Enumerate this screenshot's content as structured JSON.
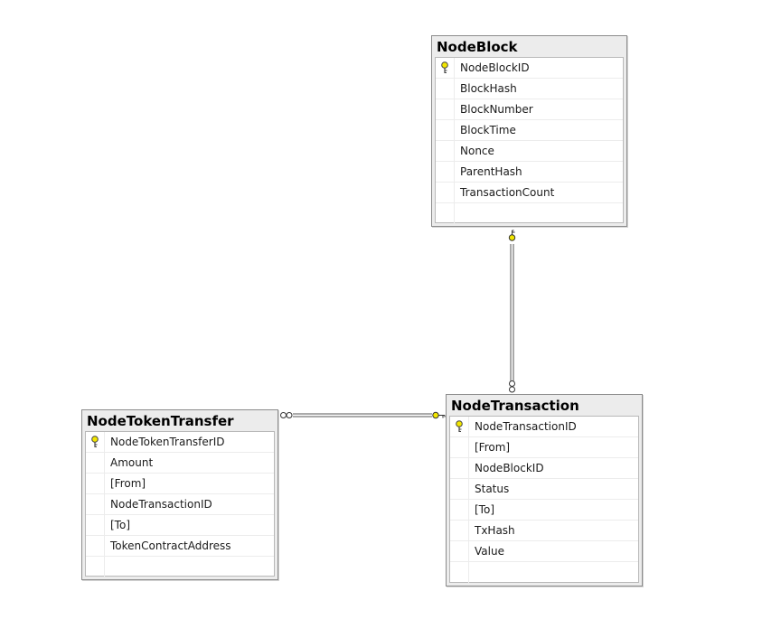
{
  "tables": [
    {
      "name": "NodeBlock",
      "fields": [
        {
          "label": "NodeBlockID",
          "primary_key": true
        },
        {
          "label": "BlockHash",
          "primary_key": false
        },
        {
          "label": "BlockNumber",
          "primary_key": false
        },
        {
          "label": "BlockTime",
          "primary_key": false
        },
        {
          "label": "Nonce",
          "primary_key": false
        },
        {
          "label": "ParentHash",
          "primary_key": false
        },
        {
          "label": "TransactionCount",
          "primary_key": false
        }
      ]
    },
    {
      "name": "NodeTransaction",
      "fields": [
        {
          "label": "NodeTransactionID",
          "primary_key": true
        },
        {
          "label": "[From]",
          "primary_key": false
        },
        {
          "label": "NodeBlockID",
          "primary_key": false
        },
        {
          "label": "Status",
          "primary_key": false
        },
        {
          "label": "[To]",
          "primary_key": false
        },
        {
          "label": "TxHash",
          "primary_key": false
        },
        {
          "label": "Value",
          "primary_key": false
        }
      ]
    },
    {
      "name": "NodeTokenTransfer",
      "fields": [
        {
          "label": "NodeTokenTransferID",
          "primary_key": true
        },
        {
          "label": "Amount",
          "primary_key": false
        },
        {
          "label": "[From]",
          "primary_key": false
        },
        {
          "label": "NodeTransactionID",
          "primary_key": false
        },
        {
          "label": "[To]",
          "primary_key": false
        },
        {
          "label": "TokenContractAddress",
          "primary_key": false
        }
      ]
    }
  ],
  "relationships": [
    {
      "one": "NodeBlock",
      "many": "NodeTransaction"
    },
    {
      "one": "NodeTransaction",
      "many": "NodeTokenTransfer"
    }
  ],
  "colors": {
    "key_icon": "#f2e600",
    "connector": "#555555",
    "table_border": "#8c8c8c",
    "header_bg": "#ececec"
  }
}
